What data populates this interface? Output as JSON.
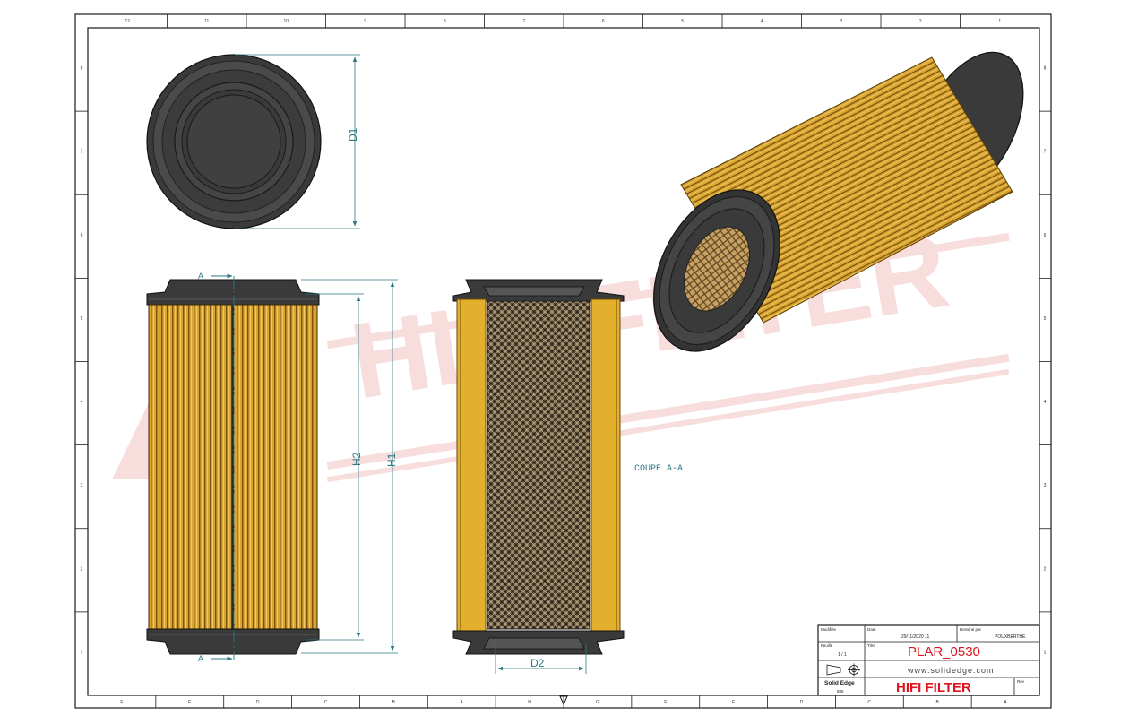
{
  "drawing": {
    "dims": {
      "d1": "D1",
      "d2": "D2",
      "h1": "H1",
      "h2": "H2"
    },
    "section_marker": "A",
    "section_label": "COUPE A-A",
    "watermark": "HIFI FILTER"
  },
  "title_block": {
    "modif_label": "Modifiée",
    "date_label": "Date",
    "date_value": "29/11/2020 11",
    "drawn_by_label": "Dessiné par",
    "drawn_by_value": "POUXBERTHE",
    "sheet_label": "Feuille",
    "sheet_value": "1 / 1",
    "title_label": "Titre",
    "part_number": "PLAR_0530",
    "website": "www.solidedge.com",
    "software": "Solid Edge",
    "scale_value": "886",
    "company": "HIFI FILTER",
    "revision_label": "Rév"
  },
  "border_ticks": {
    "top": [
      "12",
      "11",
      "10",
      "9",
      "8",
      "7",
      "6",
      "5",
      "4",
      "3",
      "2",
      "1"
    ],
    "side": [
      "8",
      "7",
      "6",
      "5",
      "4",
      "3",
      "2",
      "1"
    ],
    "bottom": [
      "F",
      "E",
      "D",
      "C",
      "B",
      "A",
      "H",
      "G",
      "F",
      "E",
      "D",
      "C",
      "B",
      "A"
    ]
  },
  "colors": {
    "frame": "#1a1a1a",
    "dimension": "#2a7a85",
    "filter_media": "#d9a430",
    "rubber": "#3a3a3a",
    "company": "#e0141e",
    "watermark": "#f3c2c2"
  }
}
